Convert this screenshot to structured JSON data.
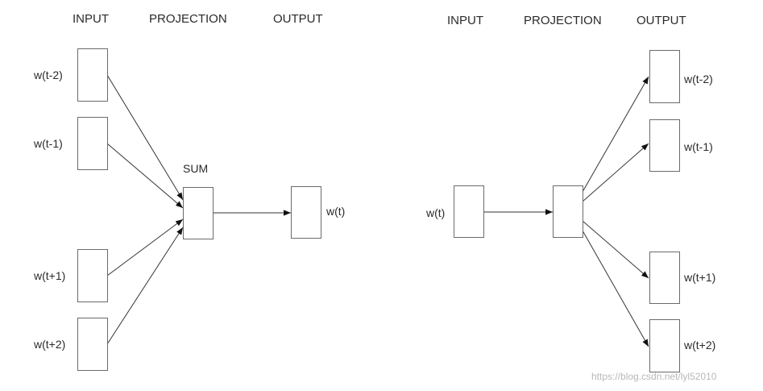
{
  "cbow": {
    "headers": {
      "input": "INPUT",
      "projection": "PROJECTION",
      "output": "OUTPUT"
    },
    "inputs": [
      "w(t-2)",
      "w(t-1)",
      "w(t+1)",
      "w(t+2)"
    ],
    "sum_label": "SUM",
    "output": "w(t)"
  },
  "skipgram": {
    "headers": {
      "input": "INPUT",
      "projection": "PROJECTION",
      "output": "OUTPUT"
    },
    "input": "w(t)",
    "outputs": [
      "w(t-2)",
      "w(t-1)",
      "w(t+1)",
      "w(t+2)"
    ]
  },
  "watermark": "https://blog.csdn.net/lyl52010"
}
